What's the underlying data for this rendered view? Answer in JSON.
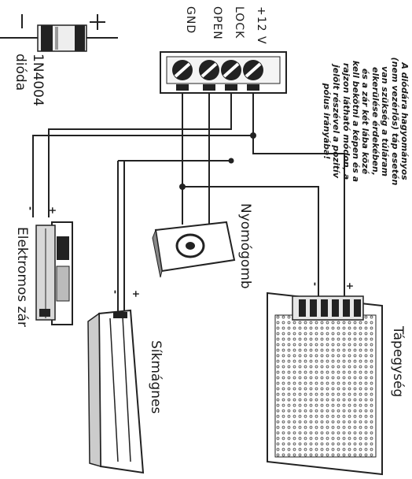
{
  "diode": {
    "label_part": "1N4004",
    "label_name": "dióda",
    "minus": "−",
    "plus": "+"
  },
  "controller": {
    "terminals": [
      "+12 V",
      "LOCK",
      "OPEN",
      "GND"
    ]
  },
  "note": {
    "lines": [
      "A diódára hagyományos",
      "(nem vezérlős) táp esetén",
      "van szükség a túláram",
      "elkerülése érdekében,",
      "és a zár két lába közé",
      "kell bekötni a képen és a",
      "rajzon látható módon, a",
      "jelölt részével a pozitív",
      "pólus irányába!"
    ]
  },
  "components": {
    "button": "Nyomógomb",
    "power_supply": "Tápegység",
    "electric_lock": "Elektromos zár",
    "magnet": "Síkmágnes"
  },
  "polarity": {
    "minus": "-",
    "plus": "+"
  }
}
